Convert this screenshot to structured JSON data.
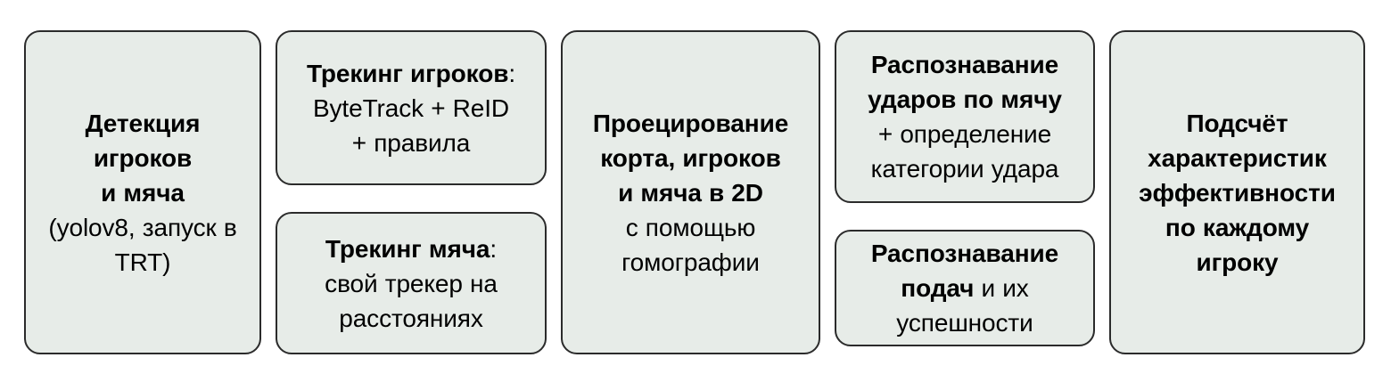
{
  "diagram": {
    "title": "Pipeline analiza tennisnogo matcha",
    "type": "horizontal-pipeline",
    "colors": {
      "box_fill": "#e7ece8",
      "box_border": "#2b2b2b",
      "text": "#000000",
      "background": "#ffffff"
    },
    "columns": [
      {
        "id": "detection",
        "boxes": [
          {
            "id": "detection-box",
            "lines": [
              {
                "text": "Детекция",
                "bold": true
              },
              {
                "text": "игроков",
                "bold": true
              },
              {
                "text": "и мяча",
                "bold": true
              },
              {
                "text": "(yolov8, запуск в",
                "bold": false
              },
              {
                "text": "TRT)",
                "bold": false
              }
            ],
            "plain": "Детекция игроков и мяча (yolov8, запуск в TRT)"
          }
        ]
      },
      {
        "id": "tracking",
        "boxes": [
          {
            "id": "player-tracking-box",
            "lines": [
              {
                "text": "Трекинг игроков",
                "bold": true,
                "suffix": ":"
              },
              {
                "text": "ByteTrack + ReID",
                "bold": false
              },
              {
                "text": "+ правила",
                "bold": false
              }
            ],
            "plain": "Трекинг игроков: ByteTrack + ReID + правила"
          },
          {
            "id": "ball-tracking-box",
            "lines": [
              {
                "text": "Трекинг мяча",
                "bold": true,
                "suffix": ":"
              },
              {
                "text": "свой трекер на",
                "bold": false
              },
              {
                "text": "расстояниях",
                "bold": false
              }
            ],
            "plain": "Трекинг мяча: свой трекер на расстояниях"
          }
        ]
      },
      {
        "id": "projection",
        "boxes": [
          {
            "id": "projection-box",
            "lines": [
              {
                "text": "Проецирование",
                "bold": true
              },
              {
                "text": "корта, игроков",
                "bold": true
              },
              {
                "text": "и мяча в 2D",
                "bold": true
              },
              {
                "text": "с помощью",
                "bold": false
              },
              {
                "text": "гомографии",
                "bold": false
              }
            ],
            "plain": "Проецирование корта, игроков и мяча в 2D с помощью гомографии"
          }
        ]
      },
      {
        "id": "recognition",
        "boxes": [
          {
            "id": "shot-recognition-box",
            "lines": [
              {
                "text": "Распознавание",
                "bold": true
              },
              {
                "text": "ударов по мячу",
                "bold": true
              },
              {
                "text": "+ определение",
                "bold": false
              },
              {
                "text": "категории удара",
                "bold": false
              }
            ],
            "plain": "Распознавание ударов по мячу + определение категории удара"
          },
          {
            "id": "serve-recognition-box",
            "lines": [
              {
                "text": "Распознавание",
                "bold": true
              },
              {
                "text_bold": "подач",
                "text_plain": " и их",
                "mixed": true
              },
              {
                "text": "успешности",
                "bold": false
              }
            ],
            "plain": "Распознавание подач и их успешности"
          }
        ]
      },
      {
        "id": "statistics",
        "boxes": [
          {
            "id": "statistics-box",
            "lines": [
              {
                "text": "Подсчёт",
                "bold": true
              },
              {
                "text": "характеристик",
                "bold": true
              },
              {
                "text": "эффективности",
                "bold": true
              },
              {
                "text": "по каждому",
                "bold": true
              },
              {
                "text": "игроку",
                "bold": true
              }
            ],
            "plain": "Подсчёт характеристик эффективности по каждому игроку"
          }
        ]
      }
    ]
  },
  "boxes": {
    "detection": {
      "l1": "Детекция",
      "l2": "игроков",
      "l3": "и мяча",
      "l4": "(yolov8, запуск в",
      "l5": "TRT)"
    },
    "player_tracking": {
      "l1": "Трекинг игроков",
      "l1_suffix": ":",
      "l2": "ByteTrack + ReID",
      "l3": "+ правила"
    },
    "ball_tracking": {
      "l1": "Трекинг мяча",
      "l1_suffix": ":",
      "l2": "свой трекер на",
      "l3": "расстояниях"
    },
    "projection": {
      "l1": "Проецирование",
      "l2": "корта, игроков",
      "l3": "и мяча в 2D",
      "l4": "с помощью",
      "l5": "гомографии"
    },
    "shot_recognition": {
      "l1": "Распознавание",
      "l2": "ударов по мячу",
      "l3": "+ определение",
      "l4": "категории удара"
    },
    "serve_recognition": {
      "l1": "Распознавание",
      "l2_bold": "подач",
      "l2_plain": " и их",
      "l3": "успешности"
    },
    "statistics": {
      "l1": "Подсчёт",
      "l2": "характеристик",
      "l3": "эффективности",
      "l4": "по каждому",
      "l5": "игроку"
    }
  }
}
